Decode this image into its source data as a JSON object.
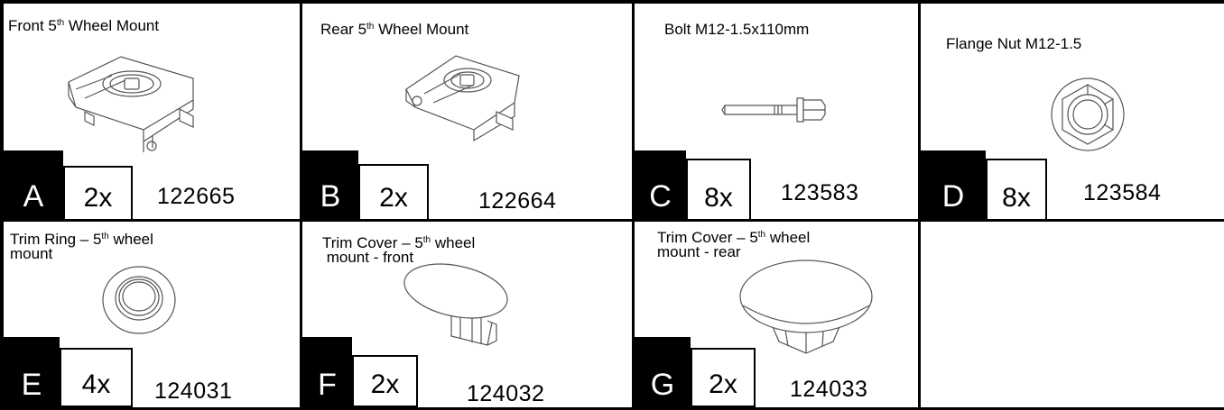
{
  "parts": [
    {
      "letter": "A",
      "title_pre": "Front 5",
      "title_sup": "th",
      "title_post": " Wheel Mount",
      "title_line2": "",
      "qty": "2x",
      "part_number": "122665",
      "icon": "front-5th-wheel-mount-icon"
    },
    {
      "letter": "B",
      "title_pre": "Rear 5",
      "title_sup": "th",
      "title_post": " Wheel Mount",
      "title_line2": "",
      "qty": "2x",
      "part_number": "122664",
      "icon": "rear-5th-wheel-mount-icon"
    },
    {
      "letter": "C",
      "title_pre": "Bolt M12-1.5x110mm",
      "title_sup": "",
      "title_post": "",
      "title_line2": "",
      "qty": "8x",
      "part_number": "123583",
      "icon": "bolt-icon"
    },
    {
      "letter": "D",
      "title_pre": "Flange Nut M12-1.5",
      "title_sup": "",
      "title_post": "",
      "title_line2": "",
      "qty": "8x",
      "part_number": "123584",
      "icon": "flange-nut-icon"
    },
    {
      "letter": "E",
      "title_pre": "Trim Ring – 5",
      "title_sup": "th",
      "title_post": " wheel",
      "title_line2": "mount",
      "qty": "4x",
      "part_number": "124031",
      "icon": "trim-ring-icon"
    },
    {
      "letter": "F",
      "title_pre": "Trim Cover – 5",
      "title_sup": "th",
      "title_post": " wheel",
      "title_line2": " mount - front",
      "qty": "2x",
      "part_number": "124032",
      "icon": "trim-cover-front-icon"
    },
    {
      "letter": "G",
      "title_pre": "Trim Cover – 5",
      "title_sup": "th",
      "title_post": " wheel",
      "title_line2": "mount - rear",
      "qty": "2x",
      "part_number": "124033",
      "icon": "trim-cover-rear-icon"
    }
  ]
}
